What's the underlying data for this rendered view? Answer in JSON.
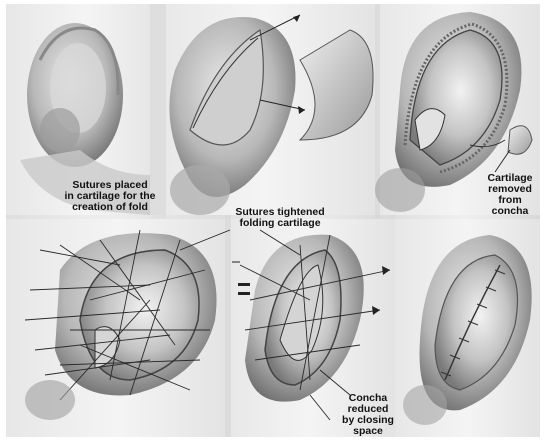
{
  "labels": {
    "sutures_placed": "Sutures placed\nin cartilage for the\ncreation of fold",
    "sutures_tightened": "Sutures tightened\nfolding cartilage",
    "cartilage_removed": "Cartilage\nremoved\nfrom\nconcha",
    "concha_reduced": "Concha\nreduced\nby closing\nspace"
  }
}
